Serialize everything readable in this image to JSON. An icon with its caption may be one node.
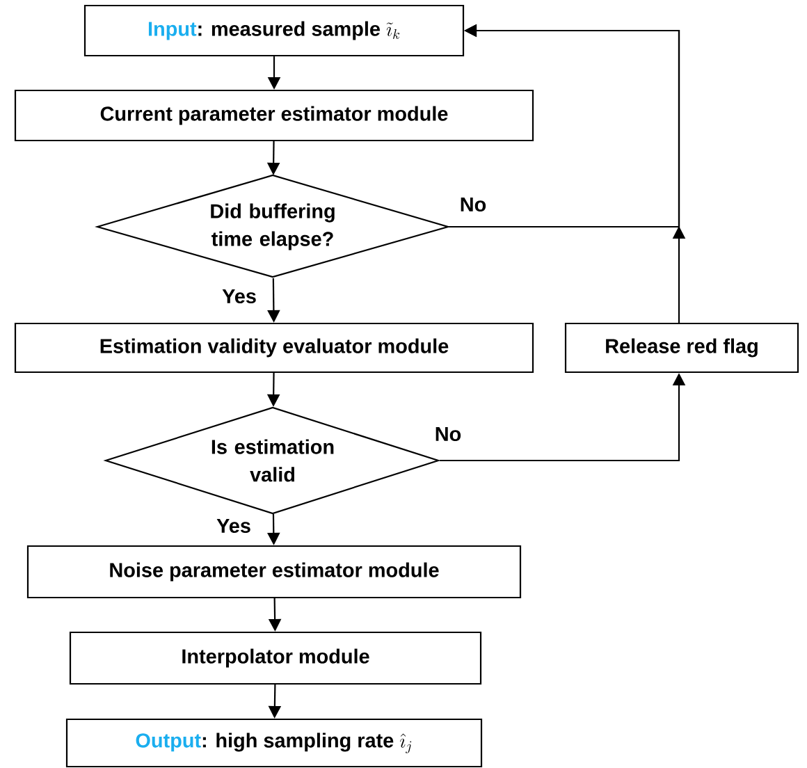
{
  "diagram": {
    "nodes": [
      {
        "text": [
          "Input",
          ": measured sample",
          "\\tilde{\\imath}_k"
        ]
      },
      {
        "text": [
          "Current parameter estimator module"
        ]
      },
      {
        "text": [
          "Did buffering time elapse?"
        ]
      },
      {
        "text": [
          "Estimation validity evaluator module"
        ]
      },
      {
        "text": [
          "Release red flag"
        ]
      },
      {
        "text": [
          "Is estimation valid"
        ]
      },
      {
        "text": [
          "Noise parameter estimator module"
        ]
      },
      {
        "text": [
          "Interpolator module"
        ]
      },
      {
        "text": [
          "Output",
          ": high sampling rate",
          "\\hat{\\imath}_j"
        ]
      }
    ],
    "edges": [
      {
        "from": 0,
        "to": 1,
        "arrow": "to"
      },
      {
        "from": 1,
        "to": 2,
        "arrow": "to"
      },
      {
        "from": 2,
        "to": 3,
        "arrow": "to",
        "label": "Yes"
      },
      {
        "from": 2,
        "to": 0,
        "arrow": "to",
        "label": "No"
      },
      {
        "from": 3,
        "to": 5,
        "arrow": "to"
      },
      {
        "from": 5,
        "to": 6,
        "arrow": "to",
        "label": "Yes"
      },
      {
        "from": 5,
        "to": 4,
        "arrow": "to",
        "label": "No"
      },
      {
        "from": 4,
        "to": 0,
        "arrow": "to"
      },
      {
        "from": 6,
        "to": 7,
        "arrow": "to"
      },
      {
        "from": 7,
        "to": 8,
        "arrow": "to"
      }
    ]
  }
}
